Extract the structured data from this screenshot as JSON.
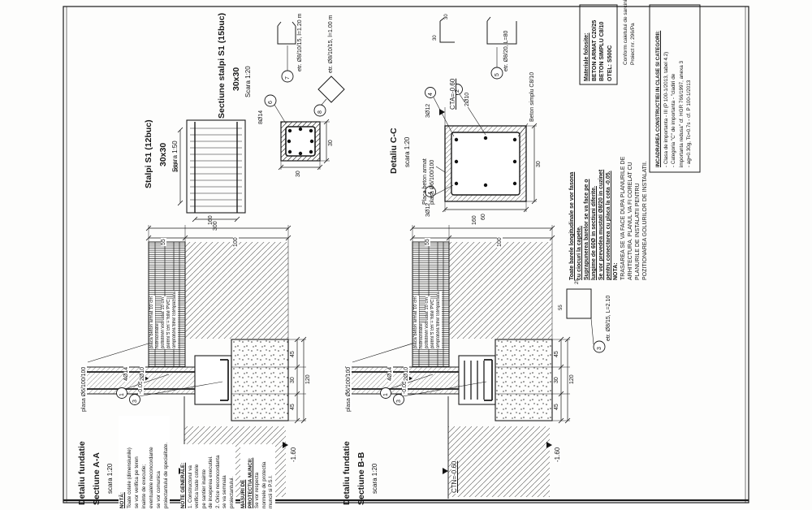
{
  "titles": {
    "aa": [
      "Detaliu fundatie",
      "Sectiune A-A",
      "scara 1:20"
    ],
    "bb": [
      "Detaliu fundatie",
      "Sectiune B-B",
      "scara 1:20"
    ],
    "s1": [
      "Stalpi S1 (12buc)",
      "30x30",
      "Scara 1:50"
    ],
    "sec": [
      "Sectiune stalpi S1 (15buc)",
      "30x30",
      "Scara 1:20"
    ],
    "cc": [
      "Detaliu C-C",
      "scara 1:20"
    ]
  },
  "layers": [
    "placa beton armat 10 cm",
    "hidroizolatie",
    "polistiren extrudat 10 cm",
    "pietris 5 cm + folie PVC",
    "umplutura bine compactata"
  ],
  "levels": {
    "slab": "-0.05",
    "ctn": "CTN=-0.60",
    "base": "-1.60",
    "cta": "CTA=-0.60"
  },
  "mesh": "plasa Ø6/100/100",
  "rebar": {
    "col": "4Ø14",
    "extra": "2Ø10",
    "sec": "8Ø14",
    "cc_top": "2Ø10",
    "cc_side": "3Ø12",
    "etr7": "etr. Ø8/10/15, l=1.20 m",
    "etr8": "etr. Ø8/10/15, l=1.00 m",
    "etr5": "etr. Ø8/20, L=80",
    "etr3": "etr. Ø8/15, L=2.10"
  },
  "materials_note": {
    "placa": "Placa beton armat",
    "plasa": "plasa Ø6/100/100",
    "beton": "Beton simplu C8/10"
  },
  "dims": {
    "d55": "55",
    "d100": "100",
    "d160": "160",
    "d45": "45",
    "d30": "30",
    "d120": "120",
    "d300": "300",
    "d60": "60",
    "d25": "25"
  },
  "circled": {
    "c1": "1",
    "c2": "2",
    "c3": "3",
    "c4": "4",
    "c5": "5",
    "c6": "6",
    "c7": "7",
    "c8": "8"
  },
  "notes": {
    "nota": [
      "NOTĂ:",
      "Toate cotele (dimensiunile)",
      "se vor verifica pe teren",
      "inainte de executie;",
      "eventualele neconcordante",
      "se vor comunica",
      "proiectantului de specialitate."
    ],
    "generale": [
      "NOTE GENERALE:",
      "1. Constructorul va",
      "verifica toate cotele",
      "pe santier inainte",
      "de inceperea executiei.",
      "2. Orice neconcordanta",
      "se va semnala",
      "proiectantului."
    ],
    "masuri": [
      "MASURI DE",
      "PROTECTIA MUNCII:",
      "Se vor respecta",
      "normele de protectia",
      "muncii si P.S.I."
    ],
    "dreapta": [
      "Toate barele longitudinale se vor fasona",
      "cu ciocuri la capete.",
      "Suprapunerea barelor se va face pe o",
      "lungime de 60Ø in sectiuni diferite.",
      "Se vor prevedea mustati Ø8/20 in cuzinet",
      "pentru conectarea cu placa la cota -0.05.",
      "NOTA:",
      "TRASAREA SE VA FACE DUPA PLANURILE DE",
      "ARHITECTURA. PLANUL VA FI CORELAT CU",
      "PLANURILE DE INSTALATII PENTRU",
      "POZITIONAREA GOLURILOR DE INSTALATII."
    ]
  },
  "materiale": [
    "Materiale folosite:",
    "BETON ARMAT C20/25",
    "BETON SIMPLU C8/10",
    "OTEL: S500C"
  ],
  "conform": [
    "Conform caietului de sarcini:",
    "Proiect nr. 296/Pa"
  ],
  "incadrare": [
    "INCADRAREA CONSTRUCTIEI IN CLASE SI CATEGORII:",
    "- Clasa de importanta - III (P 100-1/2013, tabel 4.2)",
    "- Categoria \"C\" de importanta - \"cladiri de",
    "  importanta redusa\" cf. HGR 766/1997, anexa 3",
    "- ag=0.30g, Tc=0.7s - cf. P 100-1/2013"
  ]
}
